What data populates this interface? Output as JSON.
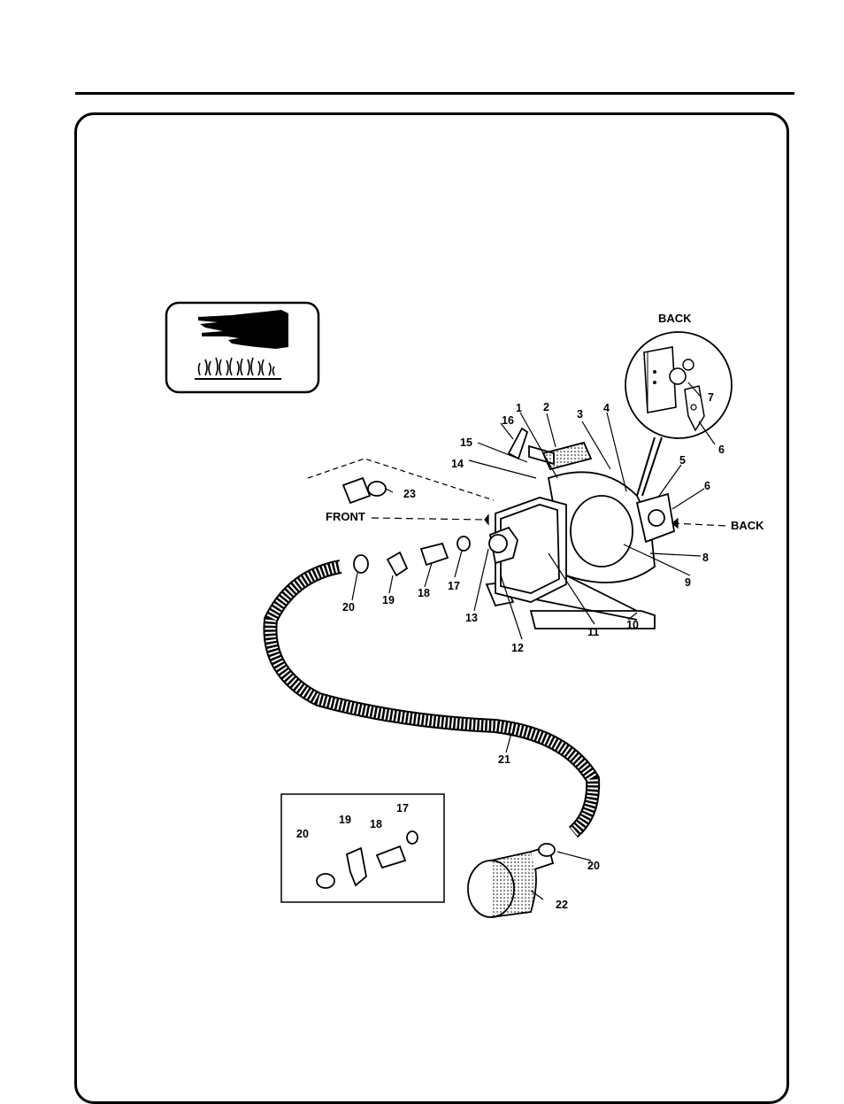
{
  "labels": {
    "front": "FRONT",
    "back_top": "BACK",
    "back_side": "BACK"
  },
  "callouts": [
    "1",
    "2",
    "3",
    "4",
    "5",
    "6",
    "6",
    "7",
    "8",
    "9",
    "10",
    "11",
    "12",
    "13",
    "14",
    "15",
    "16",
    "17",
    "17",
    "18",
    "18",
    "19",
    "19",
    "20",
    "20",
    "20",
    "21",
    "22",
    "23"
  ],
  "icons": {
    "warning": "hot-surface-warning-icon"
  }
}
